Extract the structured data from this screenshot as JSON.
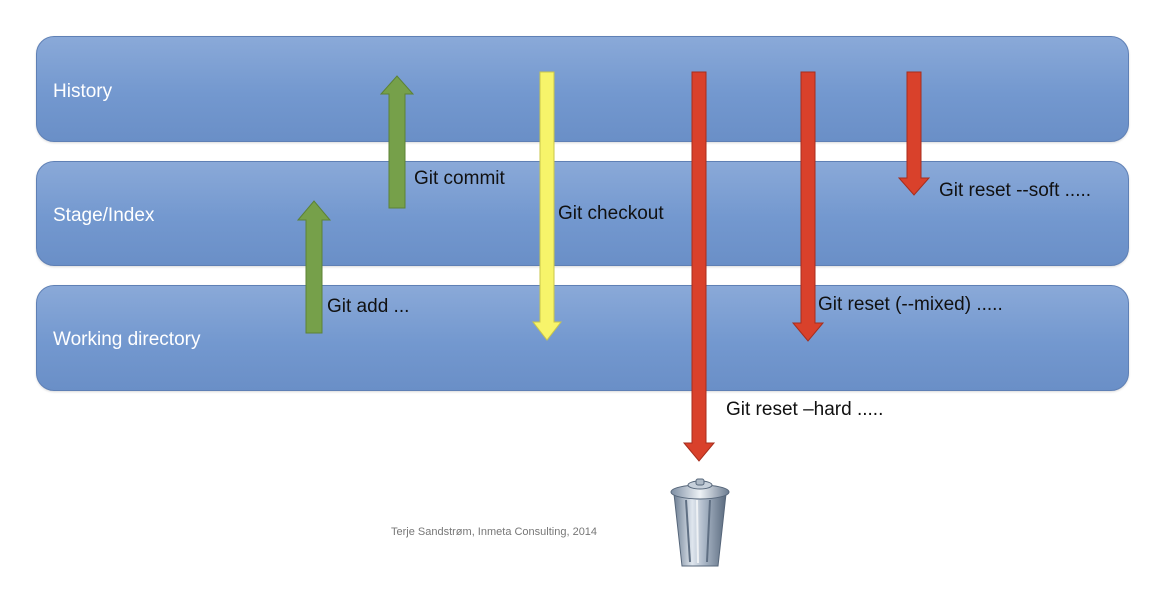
{
  "layers": {
    "history": "History",
    "stage": "Stage/Index",
    "working": "Working directory"
  },
  "commands": {
    "commit": "Git commit",
    "add": "Git add ...",
    "checkout": "Git checkout",
    "reset_soft": "Git reset --soft .....",
    "reset_mixed": "Git reset (--mixed) .....",
    "reset_hard": "Git reset –hard ....."
  },
  "credit": "Terje Sandstrøm, Inmeta Consulting, 2014",
  "colors": {
    "band": "#7398cf",
    "green": "#76a04a",
    "yellow": "#f7f46a",
    "red": "#d9412b"
  },
  "icons": [
    "trash-can-icon"
  ]
}
